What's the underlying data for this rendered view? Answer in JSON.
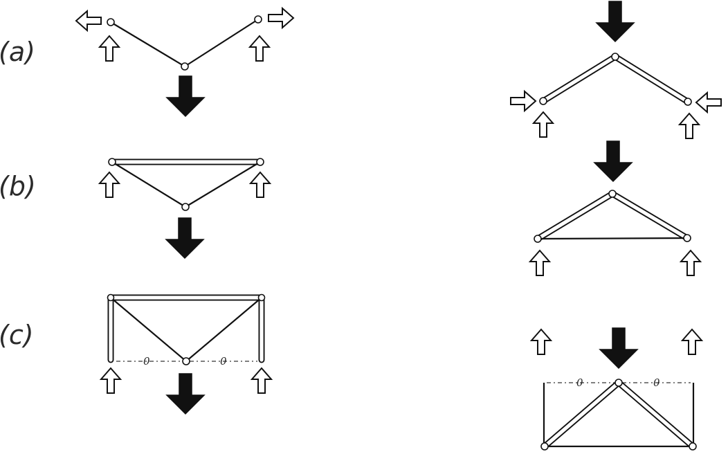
{
  "figure": {
    "row_labels": [
      "(a)",
      "(b)",
      "(c)"
    ],
    "zero_force_label": "0"
  },
  "colors": {
    "ink": "#111111",
    "paper": "#ffffff"
  },
  "icons": {
    "load": "solid-down-arrow-icon",
    "reaction": "hollow-arrow-icon"
  }
}
